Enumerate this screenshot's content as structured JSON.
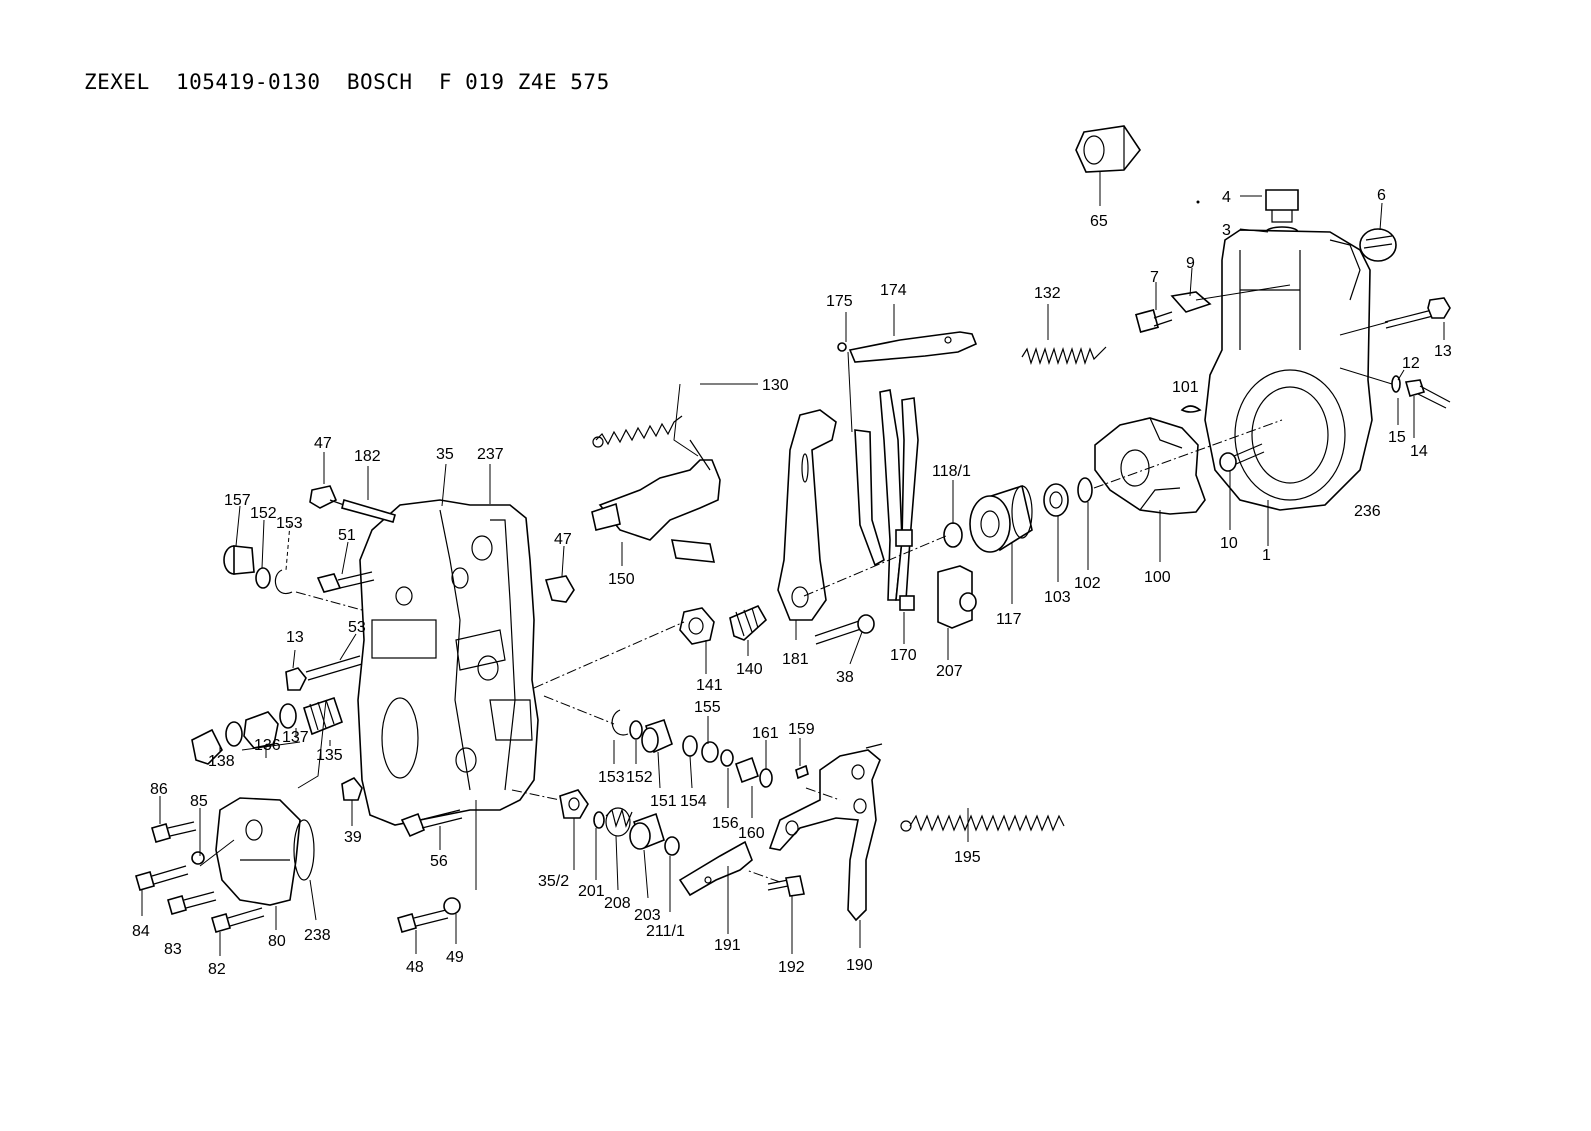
{
  "title": "ZEXEL  105419-0130  BOSCH  F 019 Z4E 575",
  "part_labels": [
    "65",
    "4",
    "3",
    "6",
    "7",
    "9",
    "13",
    "12",
    "15",
    "14",
    "101",
    "10",
    "1",
    "236",
    "100",
    "102",
    "103",
    "117",
    "118/1",
    "132",
    "175",
    "174",
    "130",
    "47",
    "182",
    "35",
    "237",
    "157",
    "152",
    "153",
    "51",
    "150",
    "47",
    "13",
    "53",
    "141",
    "140",
    "181",
    "38",
    "170",
    "207",
    "135",
    "137",
    "136",
    "138",
    "39",
    "56",
    "86",
    "85",
    "84",
    "83",
    "82",
    "80",
    "238",
    "48",
    "49",
    "35/2",
    "201",
    "208",
    "203",
    "211/1",
    "153",
    "152",
    "151",
    "154",
    "155",
    "156",
    "160",
    "161",
    "159",
    "190",
    "191",
    "192",
    "195"
  ]
}
